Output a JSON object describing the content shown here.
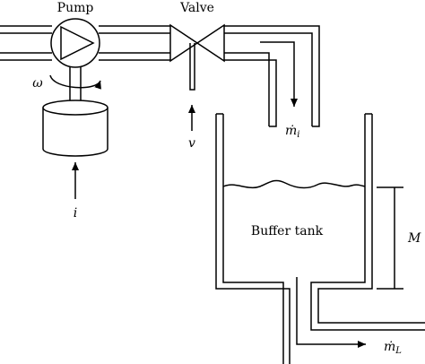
{
  "labels": {
    "pump": "Pump",
    "valve": "Valve",
    "buffer_tank": "Buffer tank",
    "omega": "ω",
    "v": "v",
    "i": "i",
    "m_in": "ṁ",
    "m_in_sub": "i",
    "m_out": "ṁ",
    "m_out_sub": "L",
    "M": "M"
  }
}
